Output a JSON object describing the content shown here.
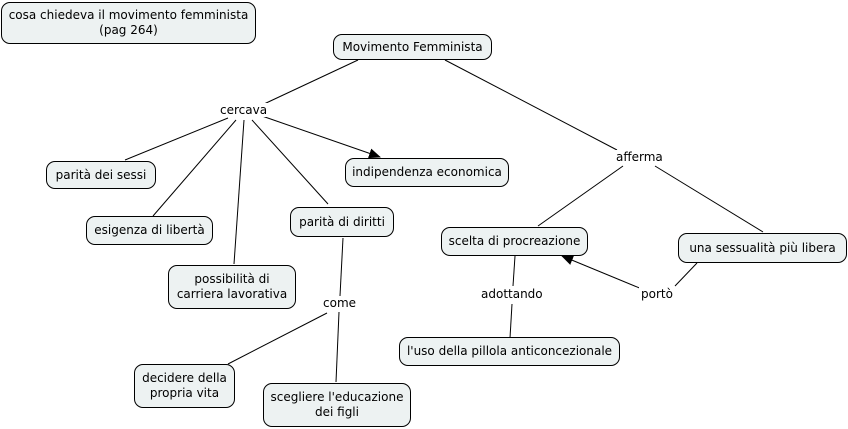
{
  "nodes": {
    "note": "cosa chiedeva il movimento femminista\n(pag 264)",
    "root": "Movimento Femminista",
    "parita_sessi": "parità dei sessi",
    "esigenza_liberta": "esigenza di libertà",
    "carriera": "possibilità di\ncarriera lavorativa",
    "parita_diritti": "parità di diritti",
    "indipendenza": "indipendenza economica",
    "decidere": "decidere della\npropria vita",
    "educazione": "scegliere l'educazione\ndei figli",
    "procreazione": "scelta di procreazione",
    "sessualita": "una sessualità più libera",
    "pillola": "l'uso della pillola anticoncezionale"
  },
  "links": {
    "cercava": "cercava",
    "afferma": "afferma",
    "come": "come",
    "adottando": "adottando",
    "porto": "portò"
  },
  "colors": {
    "node_fill": "#edf2f2",
    "line": "#000000"
  }
}
